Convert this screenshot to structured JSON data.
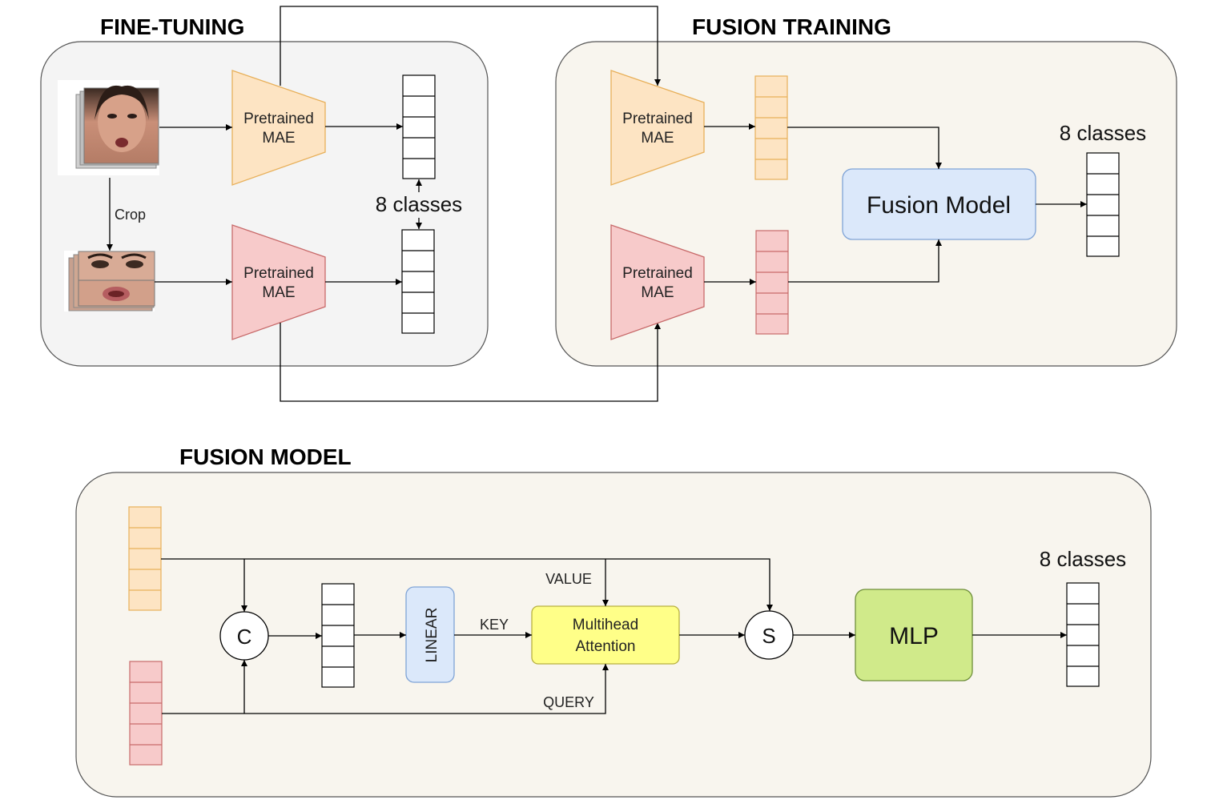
{
  "fine_tuning": {
    "title": "FINE-TUNING",
    "mae_top_label": [
      "Pretrained",
      "MAE"
    ],
    "mae_bottom_label": [
      "Pretrained",
      "MAE"
    ],
    "crop_label": "Crop",
    "classes_label": "8 classes"
  },
  "fusion_training": {
    "title": "FUSION TRAINING",
    "mae_top_label": [
      "Pretrained",
      "MAE"
    ],
    "mae_bottom_label": [
      "Pretrained",
      "MAE"
    ],
    "fusion_model_label": "Fusion Model",
    "classes_label": "8 classes"
  },
  "fusion_model": {
    "title": "FUSION MODEL",
    "concat_label": "C",
    "linear_label": "LINEAR",
    "key_label": "KEY",
    "value_label": "VALUE",
    "query_label": "QUERY",
    "attention_label": [
      "Multihead",
      "Attention"
    ],
    "sum_label": "S",
    "mlp_label": "MLP",
    "classes_label": "8 classes"
  },
  "colors": {
    "panel_grey": "#f4f4f4",
    "panel_beige": "#f8f5ee",
    "orange_fill": "#fde4c3",
    "orange_stroke": "#e8b05a",
    "pink_fill": "#f7caca",
    "pink_stroke": "#c86a6a",
    "blue_fill": "#dbe8fa",
    "blue_stroke": "#7fa3d6",
    "yellow_fill": "#ffff88",
    "yellow_stroke": "#b8b040",
    "green_fill": "#d0ea8a",
    "green_stroke": "#6f8f3a"
  }
}
